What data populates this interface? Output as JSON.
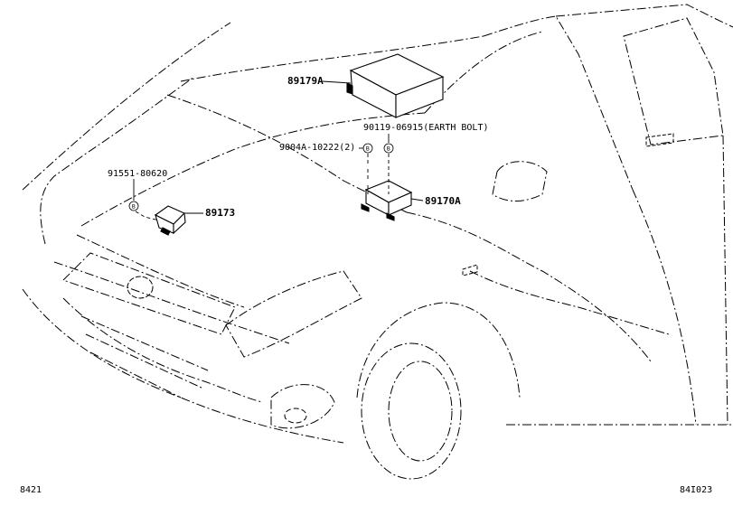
{
  "parts": {
    "sensor_assembly": {
      "number": "89179A"
    },
    "earth_bolt": {
      "number": "90119-06915",
      "suffix": "(EARTH BOLT)"
    },
    "bolt_qty": {
      "number": "9004A-10222",
      "qty": "(2)"
    },
    "front_sensor_bolt": {
      "number": "91551-80620"
    },
    "front_sensor": {
      "number": "89173"
    },
    "airbag_ecu": {
      "number": "89170A"
    }
  },
  "bolt_marker": {
    "letter": "B"
  },
  "footer": {
    "left_code": "8421",
    "right_code": "84I023"
  }
}
